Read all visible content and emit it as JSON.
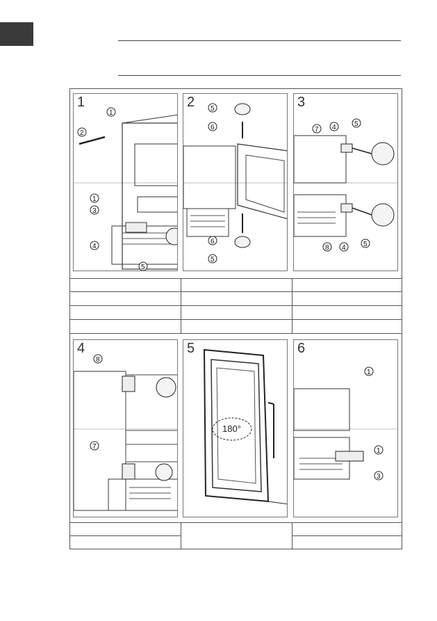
{
  "steps": [
    {
      "number": "1",
      "callouts": [
        "1",
        "2",
        "1",
        "3",
        "4",
        "5"
      ]
    },
    {
      "number": "2",
      "callouts": [
        "5",
        "6",
        "6",
        "5"
      ]
    },
    {
      "number": "3",
      "callouts": [
        "7",
        "4",
        "5",
        "8",
        "4",
        "5"
      ]
    },
    {
      "number": "4",
      "callouts": [
        "8",
        "7"
      ]
    },
    {
      "number": "5",
      "callouts": [],
      "rotation_label": "180°"
    },
    {
      "number": "6",
      "callouts": [
        "1",
        "1",
        "3"
      ]
    }
  ],
  "colors": {
    "line": "#444444",
    "tab": "#3a3a3a",
    "panel_border": "#777777"
  }
}
